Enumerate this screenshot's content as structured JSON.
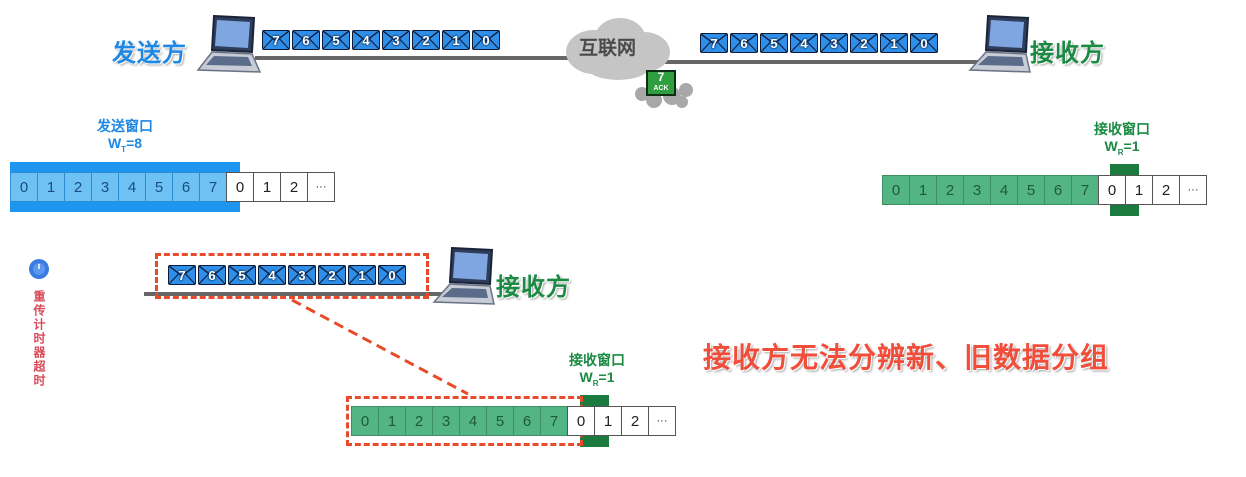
{
  "top": {
    "sender_label": "发送方",
    "receiver_label": "接收方",
    "internet_label": "互联网",
    "sent_packets": [
      "7",
      "6",
      "5",
      "4",
      "3",
      "2",
      "1",
      "0"
    ],
    "received_packets": [
      "7",
      "6",
      "5",
      "4",
      "3",
      "2",
      "1",
      "0"
    ],
    "ack_packet": {
      "number": "7",
      "label": "ACK"
    }
  },
  "send_window": {
    "title": "发送窗口",
    "size_label": "W",
    "size_sub": "T",
    "size_value": "=8",
    "cells": [
      "0",
      "1",
      "2",
      "3",
      "4",
      "5",
      "6",
      "7",
      "0",
      "1",
      "2",
      "···"
    ],
    "window_cells": 8
  },
  "recv_window_top": {
    "title": "接收窗口",
    "size_label": "W",
    "size_sub": "R",
    "size_value": "=1",
    "cells": [
      "0",
      "1",
      "2",
      "3",
      "4",
      "5",
      "6",
      "7",
      "0",
      "1",
      "2",
      "···"
    ],
    "received_cells": 8,
    "window_cells": 1
  },
  "bottom": {
    "receiver_label": "接收方",
    "resent_packets": [
      "7",
      "6",
      "5",
      "4",
      "3",
      "2",
      "1",
      "0"
    ],
    "timeout_text": "重传计时器超时",
    "message": "接收方无法分辨新、旧数据分组",
    "recv_window": {
      "title": "接收窗口",
      "size_label": "W",
      "size_sub": "R",
      "size_value": "=1",
      "cells": [
        "0",
        "1",
        "2",
        "3",
        "4",
        "5",
        "6",
        "7",
        "0",
        "1",
        "2",
        "···"
      ],
      "received_cells": 8,
      "window_cells": 1
    }
  },
  "colors": {
    "blue": "#1e88e5",
    "green": "#1b8a43",
    "window_blue": "#1e96f0",
    "window_green": "#1b7a3e",
    "highlight_red": "#e84b2a",
    "message_red": "#f04e3a"
  }
}
